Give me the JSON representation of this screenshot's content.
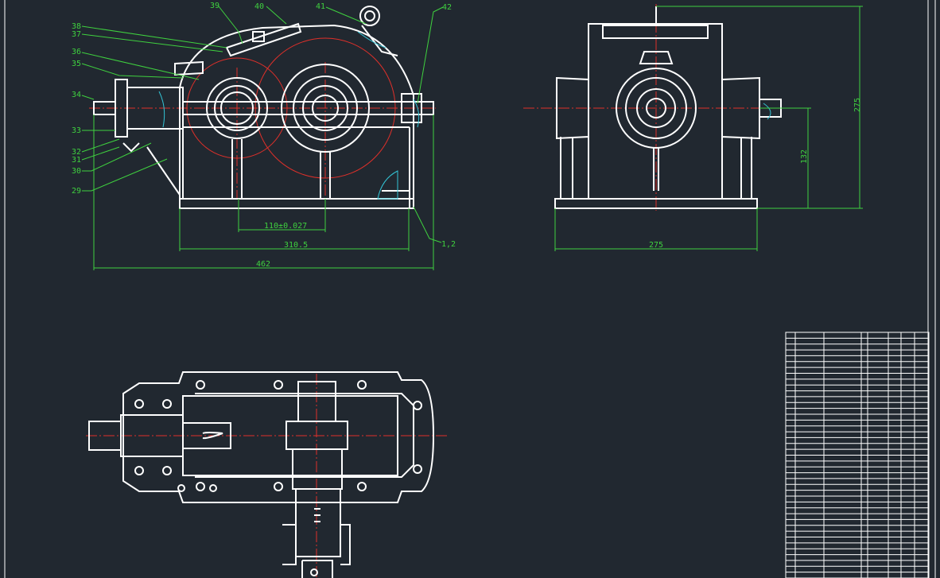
{
  "colors": {
    "background": "#212830",
    "outline": "#ffffff",
    "centerline": "#e0302a",
    "dimension": "#3fd13f",
    "hatch": "#33c5d6"
  },
  "front_view": {
    "balloons": [
      "39",
      "40",
      "41",
      "42",
      "38",
      "37",
      "36",
      "35",
      "34",
      "33",
      "32",
      "31",
      "30",
      "29",
      "1,2"
    ],
    "dims": {
      "center_distance": "110±0.027",
      "base_length": "310.5",
      "overall_length": "462"
    }
  },
  "side_view": {
    "dims": {
      "height": "275",
      "shaft_height": "132",
      "width": "275"
    }
  },
  "parts_table": {
    "rows": 42,
    "columns": 7
  }
}
